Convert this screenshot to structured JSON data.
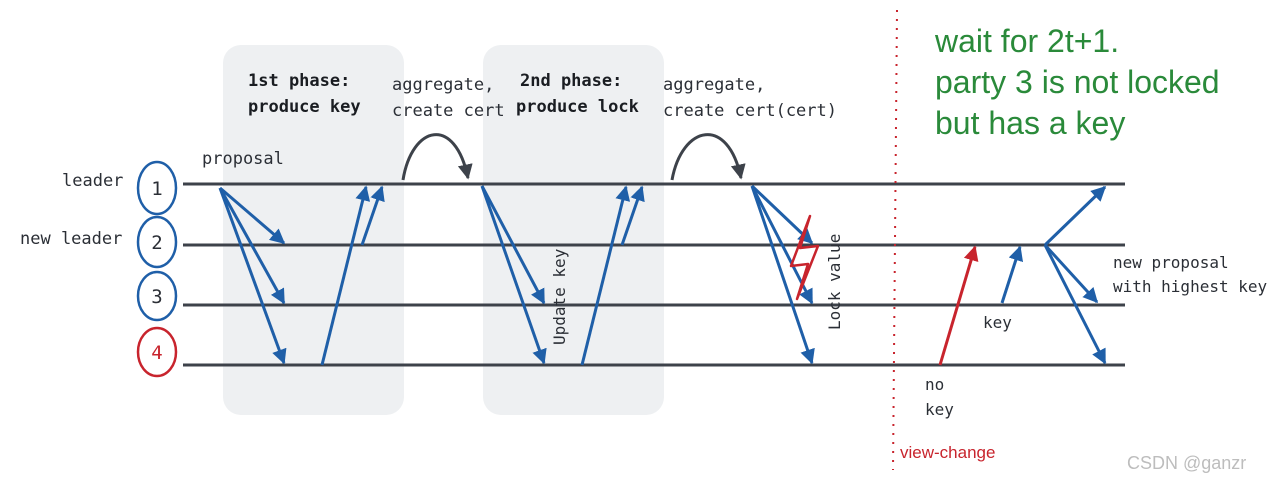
{
  "phases": {
    "first": {
      "line1": "1st phase:",
      "line2": "produce key"
    },
    "second": {
      "line1": "2nd phase:",
      "line2": "produce lock"
    }
  },
  "aggregate_1": {
    "line1": "aggregate,",
    "line2": "create cert"
  },
  "aggregate_2": {
    "line1": "aggregate,",
    "line2": "create cert(cert)"
  },
  "proposal_label": "proposal",
  "party_labels": {
    "leader": "leader",
    "new_leader": "new leader"
  },
  "parties": [
    {
      "id": "1",
      "color": "#1f5fa8"
    },
    {
      "id": "2",
      "color": "#1f5fa8"
    },
    {
      "id": "3",
      "color": "#1f5fa8"
    },
    {
      "id": "4",
      "color": "#c8242d"
    }
  ],
  "update_key_label": "Update key",
  "lock_value_label": "Lock value",
  "note": {
    "line1": "wait for 2t+1.",
    "line2": "party 3 is not locked",
    "line3": "but has a key"
  },
  "key_label": "key",
  "no_key": {
    "line1": "no",
    "line2": "key"
  },
  "view_change_label": "view-change",
  "new_proposal": {
    "line1": "new proposal",
    "line2": "with highest key"
  },
  "watermark": "CSDN @ganzr",
  "colors": {
    "arrow": "#1f5fa8",
    "red": "#c8242d",
    "line": "#3d424a",
    "phase_bg": "#eef0f2",
    "note": "#2a8a3a"
  }
}
